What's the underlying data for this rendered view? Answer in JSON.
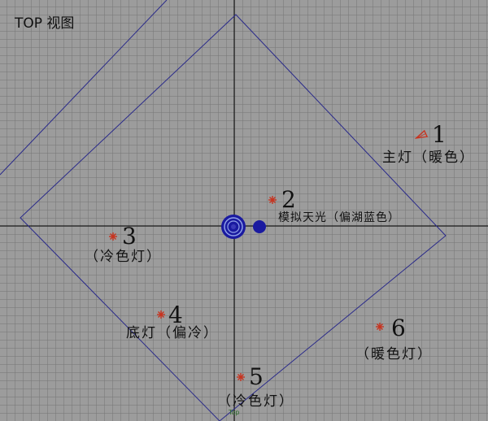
{
  "viewport": {
    "view_name": "TOP 视图",
    "camera_tag": "Top"
  },
  "lights": [
    {
      "number": "1",
      "label": "主灯（暖色）"
    },
    {
      "number": "2",
      "label": "模拟天光（偏湖蓝色）"
    },
    {
      "number": "3",
      "label": "（冷色灯）"
    },
    {
      "number": "4",
      "label": "底灯（偏冷）"
    },
    {
      "number": "5",
      "label": "（冷色灯）"
    },
    {
      "number": "6",
      "label": "（暖色灯）"
    }
  ],
  "colors": {
    "background": "#9c9c9c",
    "grid_line": "#787878",
    "axis": "#000000",
    "frame": "#2a2a8a",
    "object": "#1a1aa0",
    "light_icon": "#c8321e"
  },
  "icons": {
    "omni_light": "asterisk-star-icon",
    "target_spot": "spotlight-cone-icon",
    "camera_target": "circle-target-icon"
  }
}
